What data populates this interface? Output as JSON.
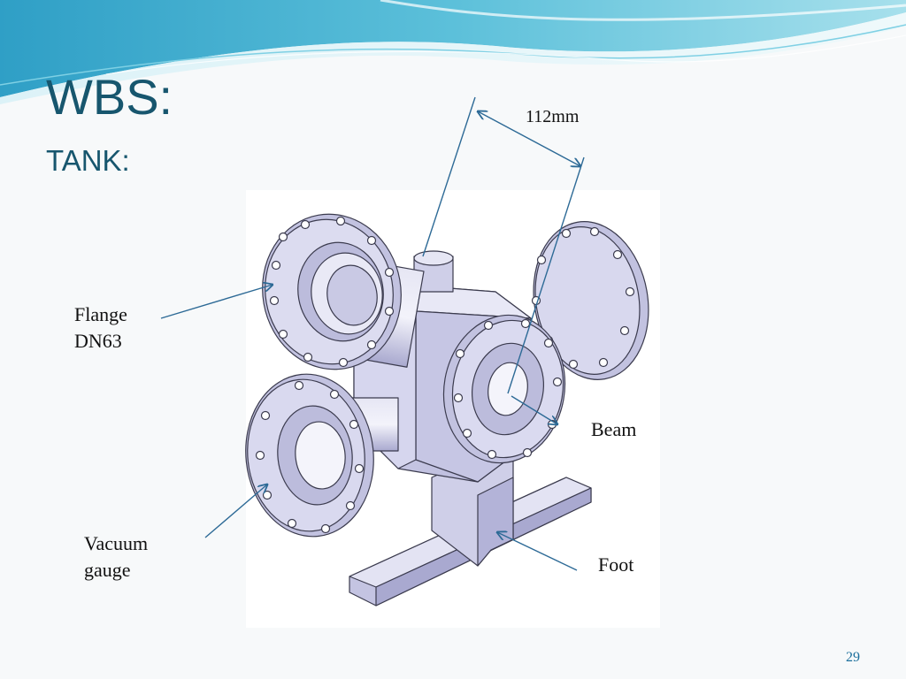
{
  "slide": {
    "title": "WBS:",
    "subtitle": "TANK:",
    "page_number": "29"
  },
  "annotations": {
    "dimension": "112mm",
    "flange": [
      "Flange",
      "DN63"
    ],
    "beam": "Beam",
    "vacuum_gauge": [
      "Vacuum",
      "gauge"
    ],
    "foot": "Foot"
  },
  "colors": {
    "title": "#17566e",
    "wave_top": "#48b3d2",
    "wave_light": "#bfe7f1",
    "metal": "#c9c9e4",
    "outline": "#3b3b4e",
    "arrow": "#2d6a96"
  }
}
